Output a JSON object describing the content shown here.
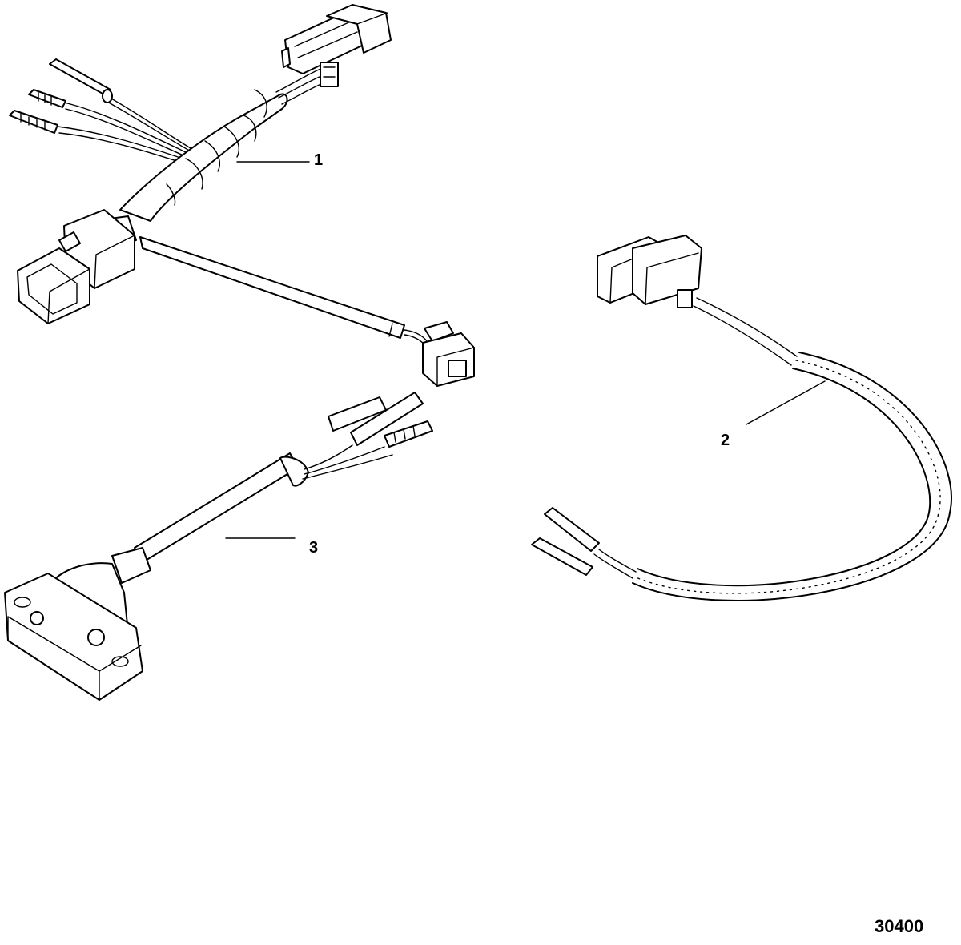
{
  "callouts": [
    {
      "number": "1"
    },
    {
      "number": "2"
    },
    {
      "number": "3"
    }
  ],
  "figure_number": "30400"
}
